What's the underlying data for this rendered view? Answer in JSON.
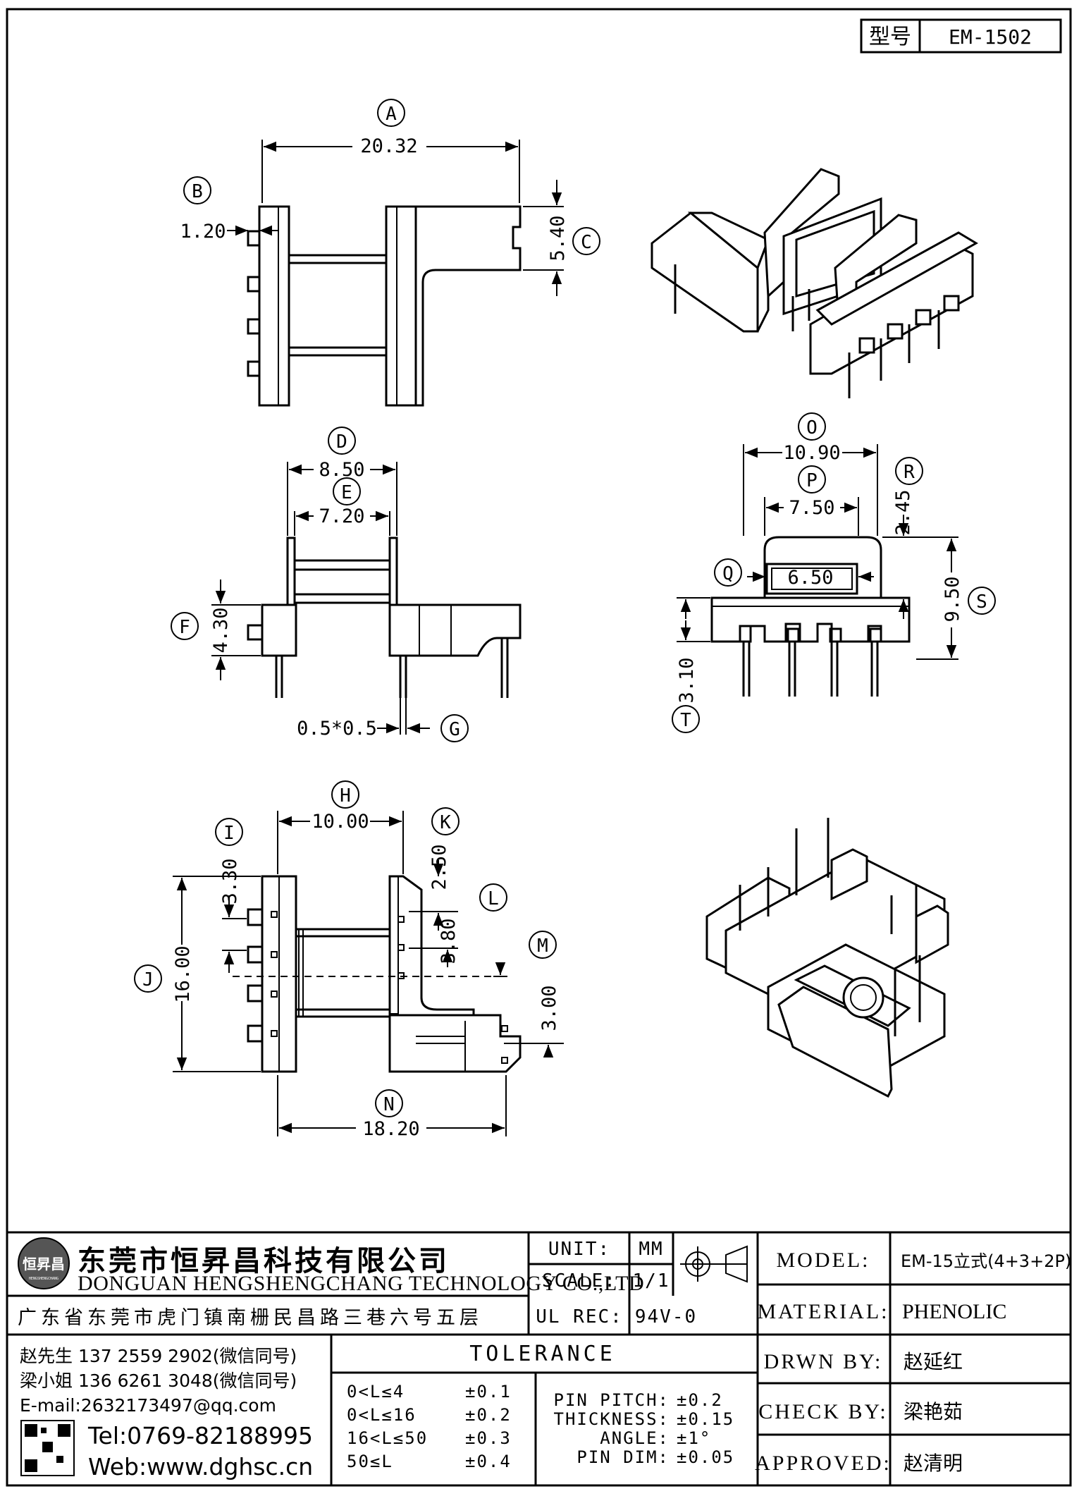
{
  "title_block": {
    "model_label": "型号",
    "model_value": "EM-1502"
  },
  "callouts": {
    "A": "A",
    "B": "B",
    "C": "C",
    "D": "D",
    "E": "E",
    "F": "F",
    "G": "G",
    "H": "H",
    "I": "I",
    "J": "J",
    "K": "K",
    "L": "L",
    "M": "M",
    "N": "N",
    "O": "O",
    "P": "P",
    "Q": "Q",
    "R": "R",
    "S": "S",
    "T": "T"
  },
  "dimensions": {
    "A": "20.32",
    "B": "1.20",
    "C": "5.40",
    "D": "8.50",
    "E": "7.20",
    "F": "4.30",
    "G": "0.5*0.5",
    "H": "10.00",
    "I": "3.30",
    "J": "16.00",
    "K": "2.50",
    "L": "3.80",
    "M": "3.00",
    "N": "18.20",
    "O": "10.90",
    "P": "7.50",
    "Q": "6.50",
    "R": "2.45",
    "S": "9.50",
    "T": "3.10"
  },
  "company": {
    "name_cn": "东莞市恒昇昌科技有限公司",
    "name_en": "DONGUAN HENGSHENGCHANG TECHNOLOGY CO.,LTD",
    "address": "广东省东莞市虎门镇南栅民昌路三巷六号五层",
    "logo_text": "恒昇昌",
    "logo_subtext": "HENGSHENGCHANG",
    "contacts": [
      "赵先生 137 2559 2902(微信同号)",
      "梁小姐 136 6261 3048(微信同号)",
      "E-mail:2632173497@qq.com"
    ],
    "tel": "Tel:0769-82188995",
    "web": "Web:www.dghsc.cn"
  },
  "spec": {
    "unit_label": "UNIT:",
    "unit_value": "MM",
    "scale_label": "SCALE:",
    "scale_value": "1/1",
    "ul_label": "UL REC:",
    "ul_value": "94V-0",
    "tolerance_title": "TOLERANCE",
    "tolerances": [
      {
        "range": "0<L≤4",
        "value": "±0.1"
      },
      {
        "range": "0<L≤16",
        "value": "±0.2"
      },
      {
        "range": "16<L≤50",
        "value": "±0.3"
      },
      {
        "range": "50≤L",
        "value": "±0.4"
      }
    ],
    "other_tolerances": [
      {
        "label": "PIN PITCH:",
        "value": "±0.2"
      },
      {
        "label": "THICKNESS:",
        "value": "±0.15"
      },
      {
        "label": "ANGLE:",
        "value": "±1°"
      },
      {
        "label": "PIN DIM:",
        "value": "±0.05"
      }
    ]
  },
  "approval": {
    "model_label": "MODEL:",
    "model_value": "EM-15立式(4+3+2P)",
    "material_label": "MATERIAL:",
    "material_value": "PHENOLIC",
    "drawn_label": "DRWN BY:",
    "drawn_value": "赵延红",
    "check_label": "CHECK BY:",
    "check_value": "梁艳茹",
    "approved_label": "APPROVED:",
    "approved_value": "赵清明"
  }
}
